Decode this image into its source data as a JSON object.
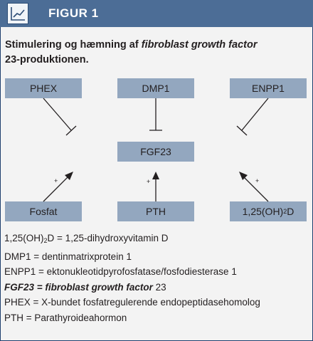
{
  "header": {
    "title": "FIGUR 1",
    "icon": "line-chart-icon"
  },
  "caption": {
    "line1_text": "Stimulering og hæmning af ",
    "line1_em": "fibroblast growth factor",
    "line2_text": "23-produktionen."
  },
  "diagram": {
    "top_nodes": [
      "PHEX",
      "DMP1",
      "ENPP1"
    ],
    "center_node": "FGF23",
    "bottom_nodes": [
      "Fosfat",
      "PTH",
      "1,25(OH)"
    ],
    "bottom_subscript": "2",
    "bottom_suffix": "D",
    "plus_sign": "+"
  },
  "legend": {
    "l1_pre": "1,25(OH)",
    "l1_sub": "2",
    "l1_post": "D = 1,25-dihydroxyvitamin D",
    "l2": "DMP1 = dentinmatrixprotein 1",
    "l3": "ENPP1 = ektonukleotidpyrofosfatase/fosfodiesterase 1",
    "l4_em": "FGF23 = fibroblast growth factor",
    "l4_post": " 23",
    "l5": "PHEX = X-bundet fosfatregulerende endopeptidasehomolog",
    "l6": "PTH = Parathyroideahormon"
  },
  "colors": {
    "header_bg": "#4c6d96",
    "box_fill": "#93a7bf",
    "frame_bg": "#f3f3f3",
    "text": "#231f20"
  }
}
